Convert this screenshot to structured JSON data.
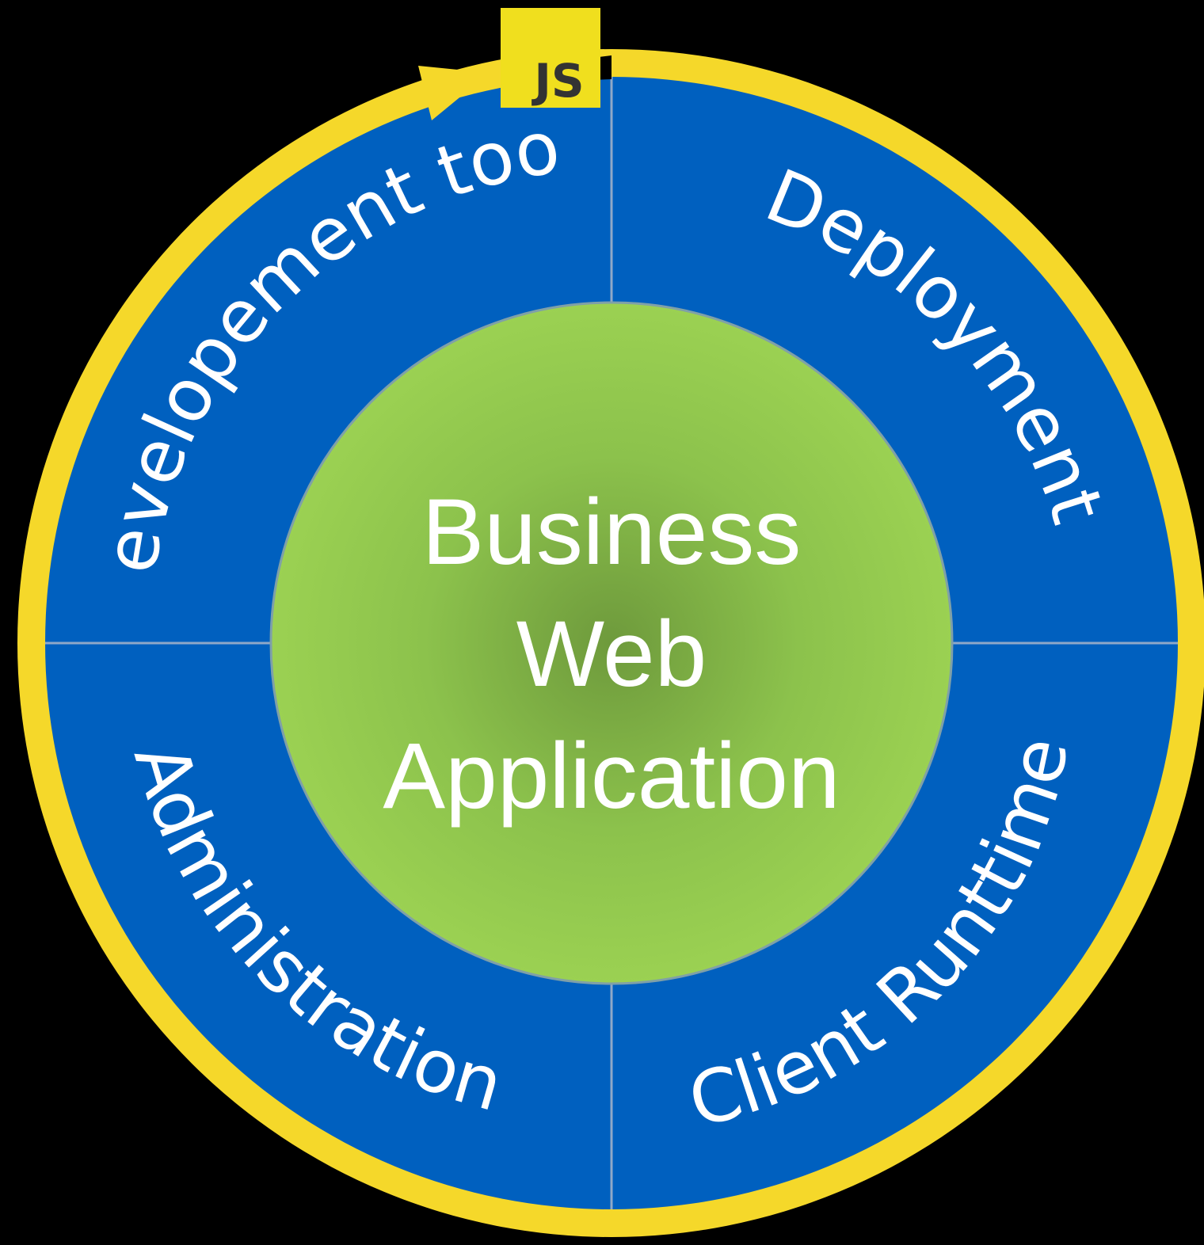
{
  "colors": {
    "background": "#000000",
    "ring": "#f5d82a",
    "quadrant": "#0060bf",
    "divider": "#8fa8c8",
    "center_inner": "#6e9a3c",
    "center_outer": "#9bd152",
    "js_badge": "#f0df1e",
    "js_text": "#333333",
    "text": "#ffffff"
  },
  "badge": {
    "label": "JS",
    "icon": "javascript-logo-icon"
  },
  "quadrants": [
    {
      "id": "development",
      "label": "Developement tool"
    },
    {
      "id": "deployment",
      "label": "Deployment"
    },
    {
      "id": "client-runtime",
      "label": "Client Runttime"
    },
    {
      "id": "administration",
      "label": "Administration"
    }
  ],
  "center": {
    "lines": [
      "Business",
      "Web",
      "Application"
    ]
  }
}
